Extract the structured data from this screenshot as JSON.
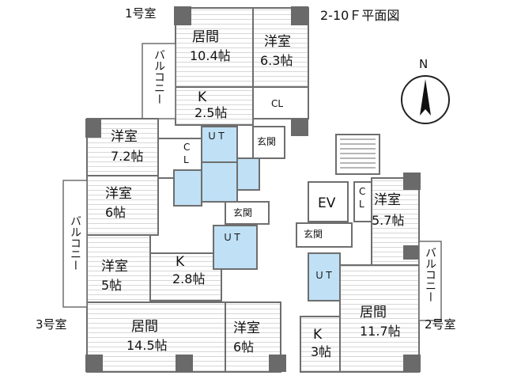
{
  "title": "2-10Ｆ平面図",
  "compass": {
    "label": "N",
    "icon": "north-arrow-icon"
  },
  "units": {
    "unit1": "1号室",
    "unit2": "2号室",
    "unit3": "3号室"
  },
  "balconies": {
    "left_top": "バルコニー",
    "left_bottom": "バルコニー",
    "right": "バルコニー"
  },
  "rooms": {
    "u1_living": {
      "name": "居間",
      "size": "10.4帖"
    },
    "u1_western": {
      "name": "洋室",
      "size": "6.3帖"
    },
    "u1_kitchen": {
      "name": "K",
      "size": "2.5帖"
    },
    "u1_cl": "CL",
    "u1_entrance": "玄関",
    "u3_western72": {
      "name": "洋室",
      "size": "7.2帖"
    },
    "u3_western6": {
      "name": "洋室",
      "size": "6帖"
    },
    "u3_western5": {
      "name": "洋室",
      "size": "5帖"
    },
    "u3_kitchen": {
      "name": "K",
      "size": "2.8帖"
    },
    "u3_living": {
      "name": "居間",
      "size": "14.5帖"
    },
    "u3_cl_c": "C",
    "u3_cl_l": "L",
    "u3_entrance": "玄関",
    "u2_western57": {
      "name": "洋室",
      "size": "5.7帖"
    },
    "u2_living": {
      "name": "居間",
      "size": "11.7帖"
    },
    "u2_western6": {
      "name": "洋室",
      "size": "6帖"
    },
    "u2_kitchen": {
      "name": "K",
      "size": "3帖"
    },
    "u2_entrance": "玄関",
    "u2_cl_c": "C",
    "u2_cl_l": "L"
  },
  "ut": {
    "u1": "ＵＴ",
    "u3": "ＵＴ",
    "u2": "ＵＴ"
  },
  "ev": "EV",
  "colors": {
    "floor_lines": "#bdbdbd",
    "wall": "#6e6e6e",
    "wet": "#bfe0f5",
    "column": "#6a6a6a"
  }
}
